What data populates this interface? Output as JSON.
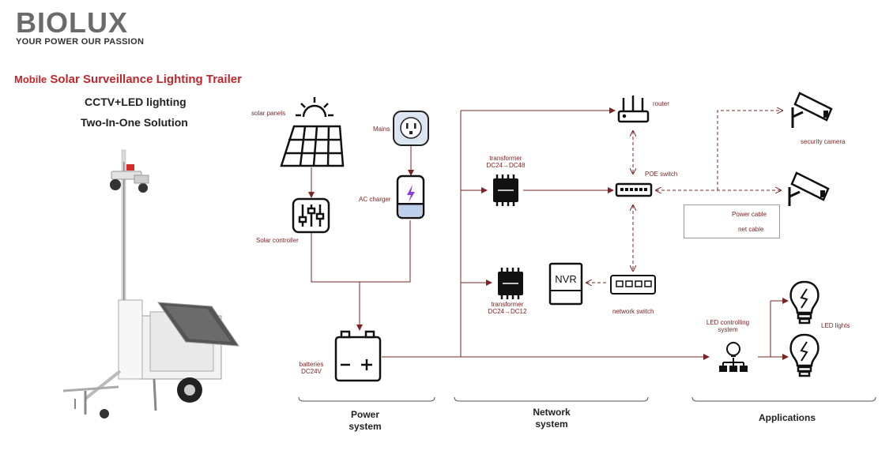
{
  "brand": {
    "logo_text": "BIOLUX",
    "tagline": "YOUR POWER OUR PASSION"
  },
  "header": {
    "title_prefix": "Mobile",
    "title_main": "Solar Surveillance Lighting Trailer",
    "subtitle_1": "CCTV+LED lighting",
    "subtitle_2": "Two-In-One Solution"
  },
  "nodes": {
    "solar_panels": "solar panels",
    "mains": "Mains",
    "ac_charger": "AC charger",
    "solar_controller": "Solar controller",
    "batteries_1": "batteries",
    "batteries_2": "DC24V",
    "transformer_top_1": "transformer",
    "transformer_top_2": "DC24→DC48",
    "transformer_bottom_1": "transformer",
    "transformer_bottom_2": "DC24→DC12",
    "nvr": "NVR",
    "network_switch": "network switch",
    "router": "router",
    "poe_switch": "POE switch",
    "security_camera": "security camera",
    "led_controlling_1": "LED controlling",
    "led_controlling_2": "system",
    "led_lights": "LED lights"
  },
  "legend": {
    "power": "Power cable",
    "net": "net cable"
  },
  "groups": {
    "power_1": "Power",
    "power_2": "system",
    "network_1": "Network",
    "network_2": "system",
    "applications": "Applications"
  },
  "colors": {
    "line": "#7a2626",
    "accent": "#c0262c",
    "icon": "#111111"
  }
}
